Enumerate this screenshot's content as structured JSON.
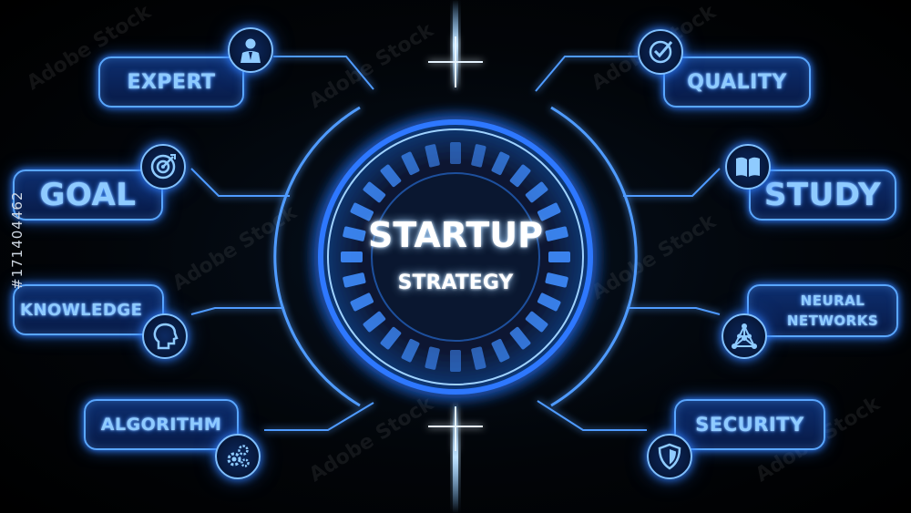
{
  "center": {
    "title": "STARTUP",
    "subtitle": "STRATEGY"
  },
  "nodes": {
    "expert": "EXPERT",
    "goal": "GOAL",
    "knowledge": "KNOWLEDGE",
    "algorithm": "ALGORITHM",
    "quality": "QUALITY",
    "study": "STUDY",
    "neural": [
      "NEURAL",
      "NETWORKS"
    ],
    "security": "SECURITY"
  },
  "watermark": {
    "brand": "Adobe Stock",
    "id": "#171404462"
  },
  "colors": {
    "background": "#000000",
    "glow": "#2f7dff",
    "label_fill": "#0a2257",
    "label_text": "#8fcbff",
    "center_text": "#ffffff"
  },
  "icons": {
    "expert": "person-icon",
    "goal": "target-icon",
    "knowledge": "head-icon",
    "algorithm": "gears-icon",
    "quality": "checkmark-icon",
    "study": "book-icon",
    "neural": "network-icon",
    "security": "shield-icon"
  }
}
